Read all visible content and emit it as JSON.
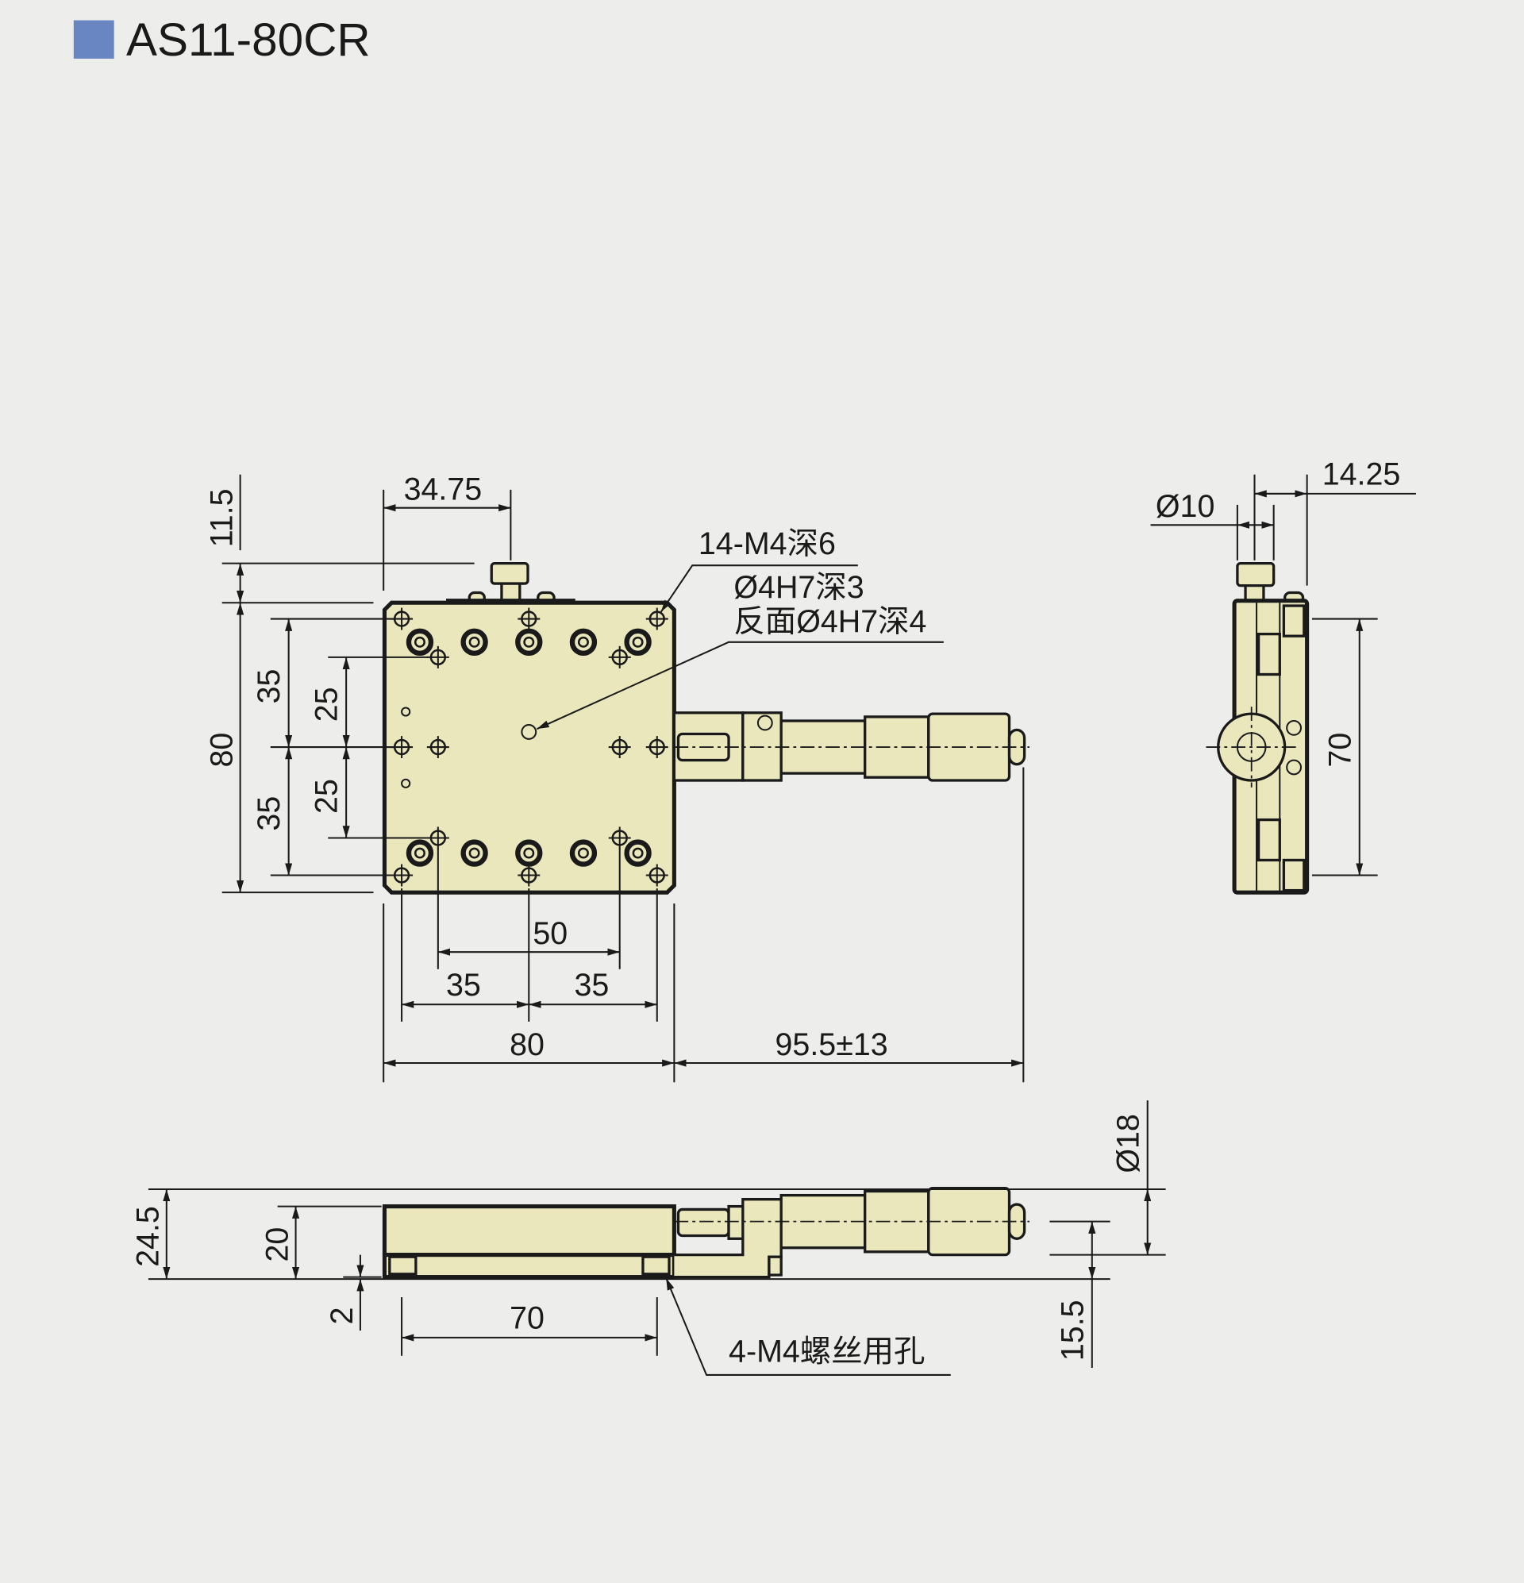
{
  "title": "AS11-80CR",
  "colors": {
    "title_square": "#6a86c2",
    "part_fill": "#e9e7bb",
    "background": "#ededeb"
  },
  "top_view": {
    "dims": {
      "d_11_5": "11.5",
      "d_34_75": "34.75",
      "d_80_v": "80",
      "d_35_a": "35",
      "d_35_b": "35",
      "d_25_a": "25",
      "d_25_b": "25",
      "d_50": "50",
      "d_35_c": "35",
      "d_35_d": "35",
      "d_80_h": "80",
      "d_95_5": "95.5±13"
    },
    "notes": [
      "14-M4深6",
      "Ø4H7深3",
      "反面Ø4H7深4"
    ]
  },
  "side_view": {
    "dims": {
      "d_14_25": "14.25",
      "d_10": "Ø10",
      "d_70": "70"
    }
  },
  "front_view": {
    "dims": {
      "d_24_5": "24.5",
      "d_20": "20",
      "d_2": "2",
      "d_70": "70",
      "d_18": "Ø18",
      "d_15_5": "15.5"
    },
    "note": "4-M4螺丝用孔"
  }
}
